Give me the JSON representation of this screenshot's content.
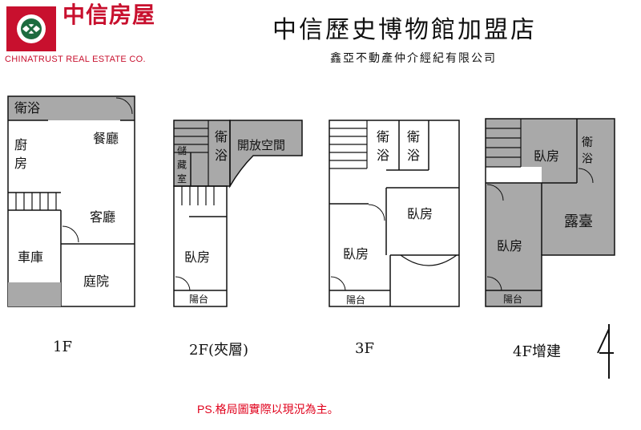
{
  "header": {
    "brand_zh": "中信房屋",
    "brand_en": "CHINATRUST REAL ESTATE CO.",
    "store_title": "中信歷史博物館加盟店",
    "company_name": "鑫亞不動產仲介經紀有限公司",
    "brand_color": "#c8102e"
  },
  "floors": [
    {
      "label": "1F",
      "rooms": [
        "衛浴",
        "廚房",
        "餐廳",
        "客廳",
        "車庫",
        "庭院"
      ]
    },
    {
      "label": "2F(夾層)",
      "rooms": [
        "儲藏室",
        "衛浴",
        "開放空間",
        "臥房",
        "陽台"
      ]
    },
    {
      "label": "3F",
      "rooms": [
        "衛浴",
        "衛浴",
        "臥房",
        "臥房",
        "陽台"
      ]
    },
    {
      "label": "4F增建",
      "rooms": [
        "臥房",
        "衛浴",
        "露臺",
        "臥房",
        "陽台"
      ]
    }
  ],
  "note": "PS.格局圖實際以現況為主。",
  "colors": {
    "gray_area": "#a9a9a9",
    "note_red": "#e0001b"
  }
}
